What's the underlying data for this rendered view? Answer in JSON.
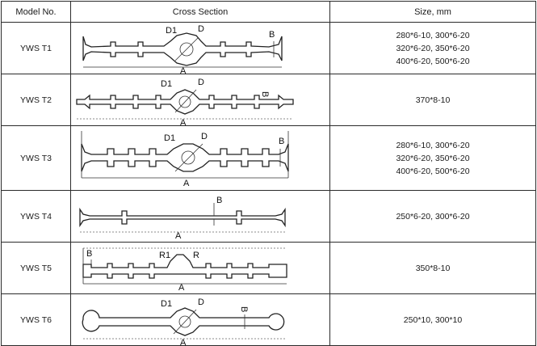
{
  "table": {
    "headers": {
      "model": "Model No.",
      "section": "Cross Section",
      "size": "Size, mm"
    },
    "rows": [
      {
        "model": "YWS T1",
        "sizes": [
          "280*6-10, 300*6-20",
          "320*6-20, 350*6-20",
          "400*6-20, 500*6-20"
        ],
        "labels": {
          "d1": "D1",
          "d": "D",
          "b": "B",
          "a": "A"
        }
      },
      {
        "model": "YWS T2",
        "sizes": [
          "370*8-10"
        ],
        "labels": {
          "d1": "D1",
          "d": "D",
          "b": "B",
          "a": "A"
        }
      },
      {
        "model": "YWS T3",
        "sizes": [
          "280*6-10, 300*6-20",
          "320*6-20, 350*6-20",
          "400*6-20, 500*6-20"
        ],
        "labels": {
          "d1": "D1",
          "d": "D",
          "b": "B",
          "a": "A"
        }
      },
      {
        "model": "YWS T4",
        "sizes": [
          "250*6-20, 300*6-20"
        ],
        "labels": {
          "b": "B",
          "a": "A"
        }
      },
      {
        "model": "YWS T5",
        "sizes": [
          "350*8-10"
        ],
        "labels": {
          "b": "B",
          "r1": "R1",
          "r": "R",
          "a": "A"
        }
      },
      {
        "model": "YWS T6",
        "sizes": [
          "250*10, 300*10"
        ],
        "labels": {
          "d1": "D1",
          "d": "D",
          "b": "B",
          "a": "A"
        }
      }
    ]
  }
}
